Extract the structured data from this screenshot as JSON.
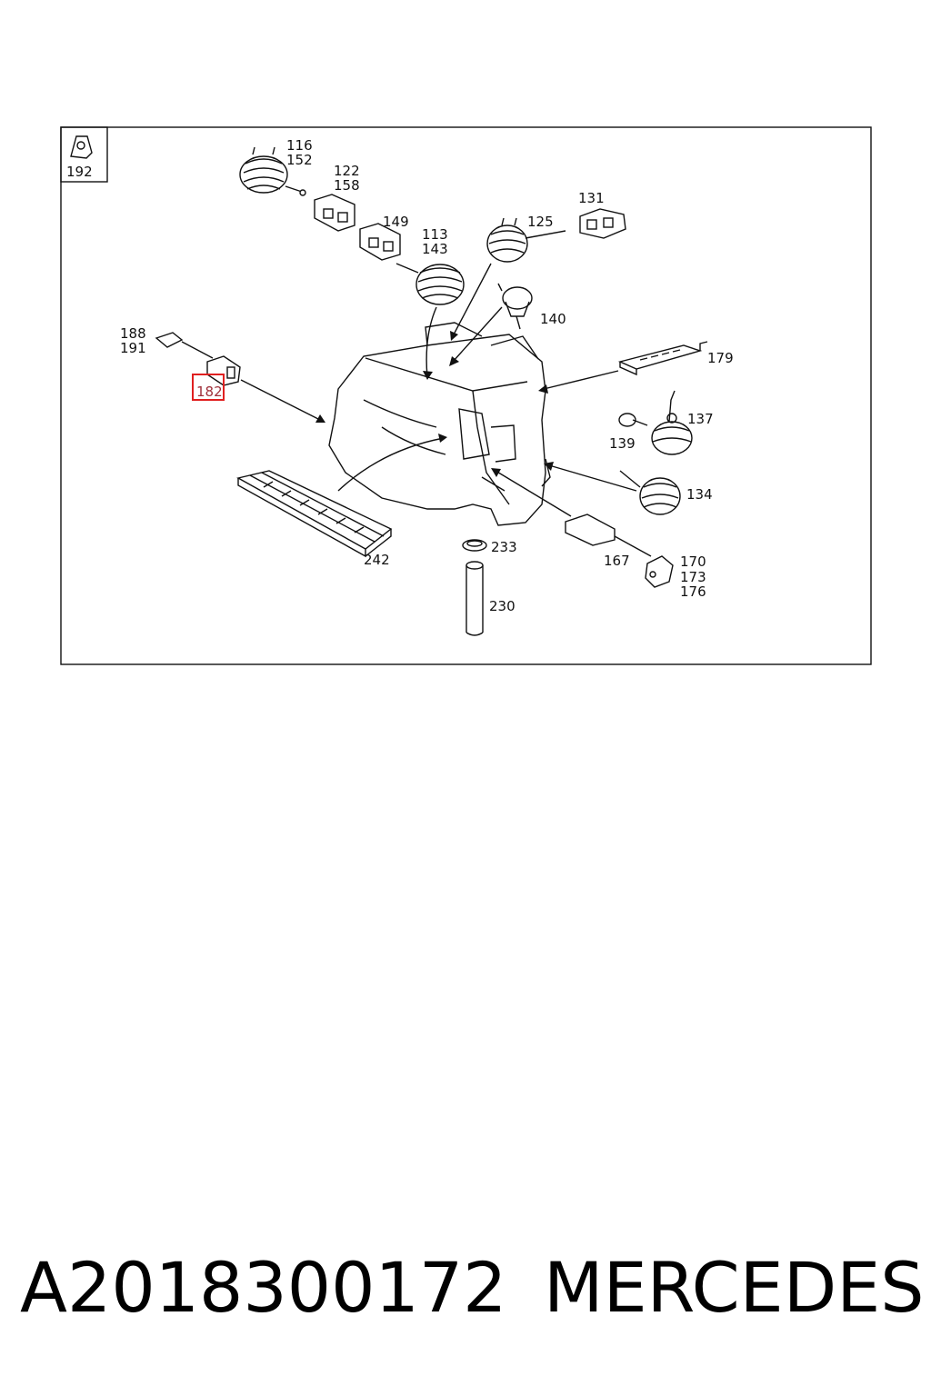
{
  "part_labels": {
    "p192": "192",
    "p116": "116",
    "p152": "152",
    "p122": "122",
    "p158": "158",
    "p149": "149",
    "p113": "113",
    "p143": "143",
    "p125": "125",
    "p131": "131",
    "p140": "140",
    "p188": "188",
    "p191": "191",
    "p182": "182",
    "p179": "179",
    "p137": "137",
    "p139": "139",
    "p134": "134",
    "p242": "242",
    "p233": "233",
    "p167": "167",
    "p170": "170",
    "p173": "173",
    "p176": "176",
    "p230": "230"
  },
  "highlight_color": "#e02020",
  "caption": {
    "part_number": "A2018300172",
    "brand": "MERCEDES"
  }
}
